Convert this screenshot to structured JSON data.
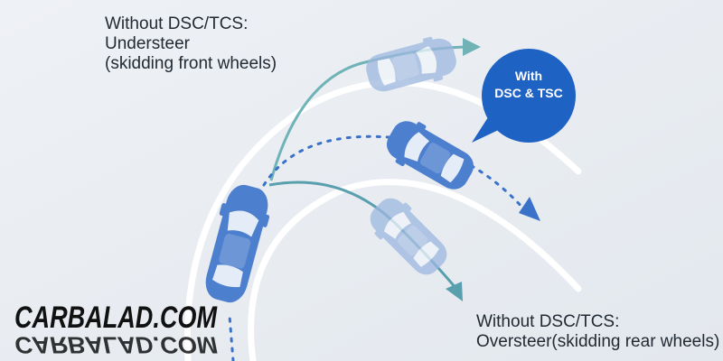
{
  "labels": {
    "understeer": [
      "Without DSC/TCS:",
      "Understeer",
      "(skidding front wheels)"
    ],
    "with_bubble": [
      "With",
      "DSC & TSC"
    ],
    "oversteer": [
      "Without DSC/TCS:",
      "Oversteer(skidding rear wheels)"
    ]
  },
  "watermark": {
    "text": "CARBALAD.COM"
  },
  "colors": {
    "background": "#e9edf2",
    "road_line": "#ffffff",
    "car_body": "#4d7fcf",
    "car_ghost": "#9db8e0",
    "bubble": "#1e62c4",
    "understeer_arrow": "#6fb3b6",
    "with_arrow": "#3a72c9",
    "oversteer_arrow": "#5a9fae",
    "text": "#222a33"
  },
  "icons": [
    "car-icon",
    "speech-bubble-icon",
    "arrow-icon"
  ]
}
